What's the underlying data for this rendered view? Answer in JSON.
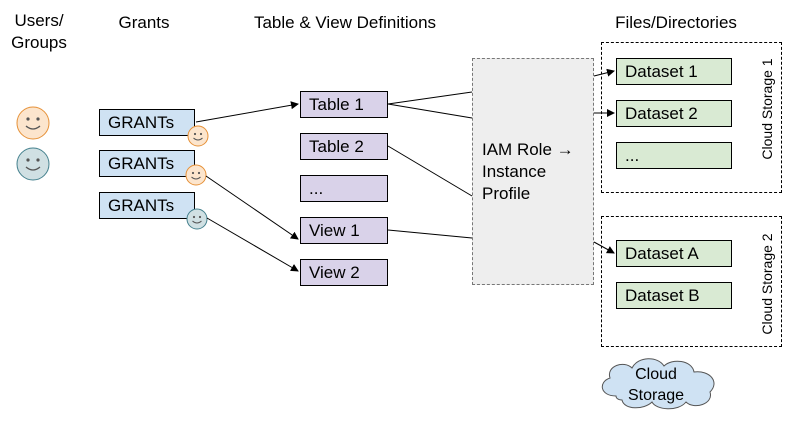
{
  "headers": {
    "users_groups": "Users/\nGroups",
    "grants": "Grants",
    "table_view_defs": "Table & View Definitions",
    "files_dirs": "Files/Directories"
  },
  "grants": [
    "GRANTs",
    "GRANTs",
    "GRANTs"
  ],
  "tables": [
    "Table 1",
    "Table 2",
    "...",
    "View 1",
    "View 2"
  ],
  "iam": "IAM Role →\nInstance\nProfile",
  "storage1": {
    "label": "Cloud Storage 1",
    "datasets": [
      "Dataset 1",
      "Dataset 2",
      "..."
    ]
  },
  "storage2": {
    "label": "Cloud Storage 2",
    "datasets": [
      "Dataset A",
      "Dataset B"
    ]
  },
  "cloud_label": "Cloud\nStorage",
  "colors": {
    "user_orange": "#fce5cd",
    "user_teal": "#d0e0e3",
    "grant_fill": "#cfe2f3",
    "table_fill": "#d9d2e9",
    "dataset_fill": "#d9ead3",
    "cloud_fill": "#cfe2f3",
    "iam_fill": "#eeeeee"
  },
  "icons": [
    "smiley-face-icon",
    "cloud-icon",
    "arrow-icon"
  ]
}
